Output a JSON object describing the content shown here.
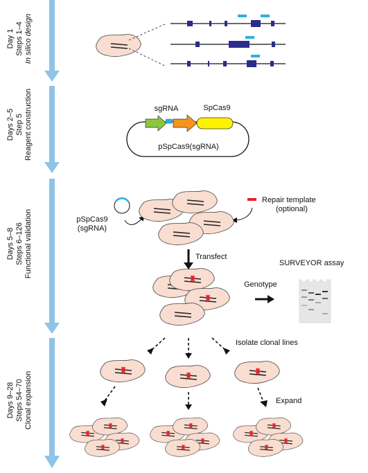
{
  "stages": [
    {
      "day": "Day 1",
      "steps": "Steps 1–4",
      "name": "In silico design",
      "italic": true
    },
    {
      "day": "Days 2–5",
      "steps": "Step 5",
      "name": "Reagent construction",
      "italic": false
    },
    {
      "day": "Days 5–8",
      "steps": "Steps 6–126",
      "name": "Functional validation",
      "italic": false
    },
    {
      "day": "Days 9–28",
      "steps": "Steps 54–70",
      "name": "Clonal expansion",
      "italic": false
    }
  ],
  "plasmid": {
    "sgRNA_label": "sgRNA",
    "cas9_label": "SpCas9",
    "name": "pSpCas9(sgRNA)"
  },
  "validation": {
    "plasmid_label_1": "pSpCas9",
    "plasmid_label_2": "(sgRNA)",
    "repair_label_1": "Repair template",
    "repair_label_2": "(optional)",
    "transfect_label": "Transfect",
    "genotype_label": "Genotype",
    "assay_label": "SURVEYOR assay"
  },
  "clonal": {
    "isolate_label": "Isolate clonal lines",
    "expand_label": "Expand"
  },
  "colors": {
    "arrow_blue": "#8fc3e8",
    "cell_fill": "#f9ddd0",
    "cell_stroke": "#555555",
    "mutation_red": "#e8202a",
    "gene_exon": "#2b2b8f",
    "guide_cyan": "#2ab0e4",
    "sgRNA_green": "#8cc63f",
    "cas9_yellow": "#fff200",
    "promoter_orange": "#f7941d"
  }
}
